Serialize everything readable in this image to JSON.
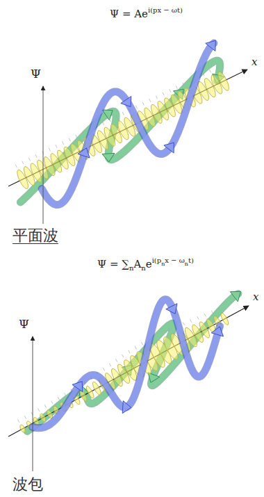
{
  "diagram": {
    "labels": [
      "Ψ = Ae",
      "i(px − ωt)",
      "Ψ",
      "x",
      "平面波",
      "Ψ = ",
      "∑",
      "n",
      "A",
      "n",
      "e",
      "i(p",
      "n",
      "x − ω",
      "n",
      "t)",
      "Ψ",
      "x",
      "波包"
    ]
  }
}
